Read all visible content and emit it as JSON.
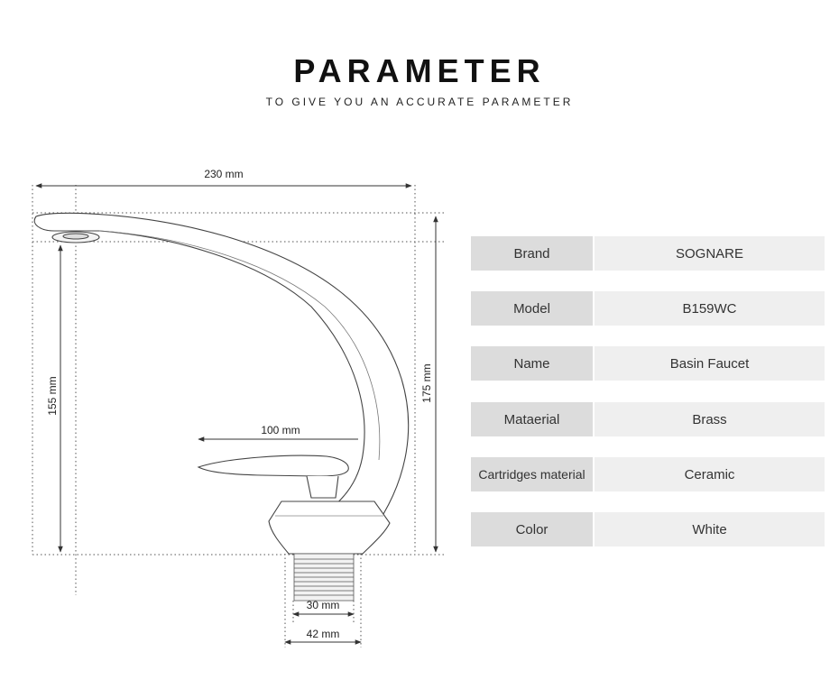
{
  "header": {
    "title": "PARAMETER",
    "subtitle": "TO GIVE YOU AN ACCURATE PARAMETER"
  },
  "dimensions": {
    "overall_width": "230 mm",
    "spout_height": "155 mm",
    "total_height": "175 mm",
    "handle_length": "100 mm",
    "thread_diameter": "30 mm",
    "base_diameter": "42 mm"
  },
  "specs": [
    {
      "label": "Brand",
      "value": "SOGNARE"
    },
    {
      "label": "Model",
      "value": "B159WC"
    },
    {
      "label": "Name",
      "value": "Basin Faucet"
    },
    {
      "label": "Mataerial",
      "value": "Brass"
    },
    {
      "label": "Cartridges material",
      "value": "Ceramic"
    },
    {
      "label": "Color",
      "value": "White"
    }
  ]
}
